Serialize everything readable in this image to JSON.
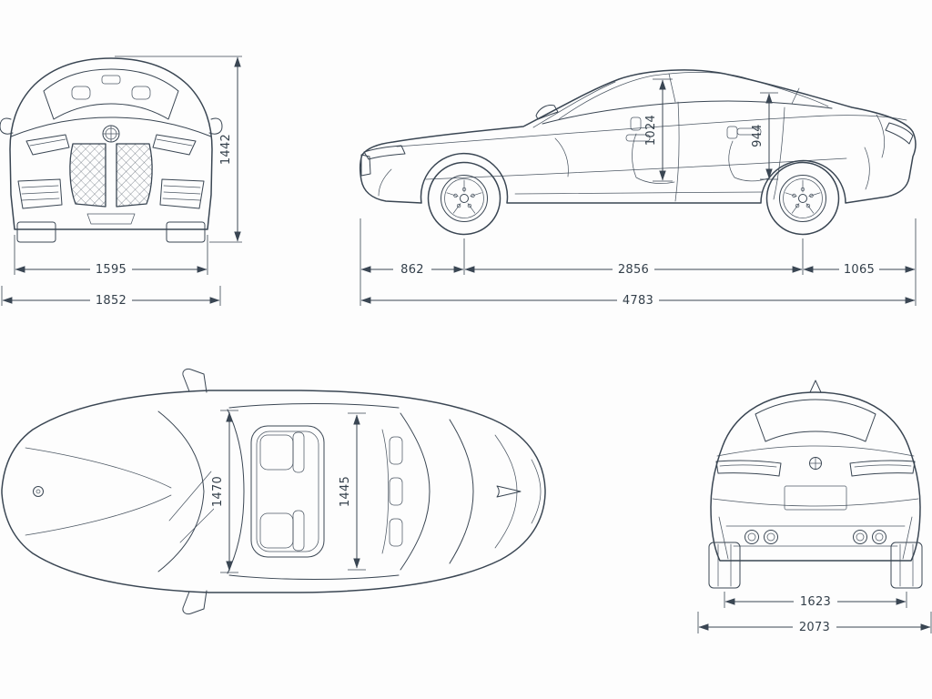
{
  "diagram": {
    "background": "#fdfdfd",
    "line_color": "#3a4653",
    "views": {
      "front": {
        "overall_height": "1442",
        "track_width": "1595",
        "overall_width": "1852"
      },
      "side": {
        "headroom_front": "1024",
        "headroom_rear": "944",
        "front_overhang": "862",
        "wheelbase": "2856",
        "rear_overhang": "1065",
        "overall_length": "4783"
      },
      "top": {
        "interior_width_front": "1470",
        "interior_width_rear": "1445"
      },
      "rear": {
        "track_width": "1623",
        "overall_width": "2073"
      }
    }
  }
}
